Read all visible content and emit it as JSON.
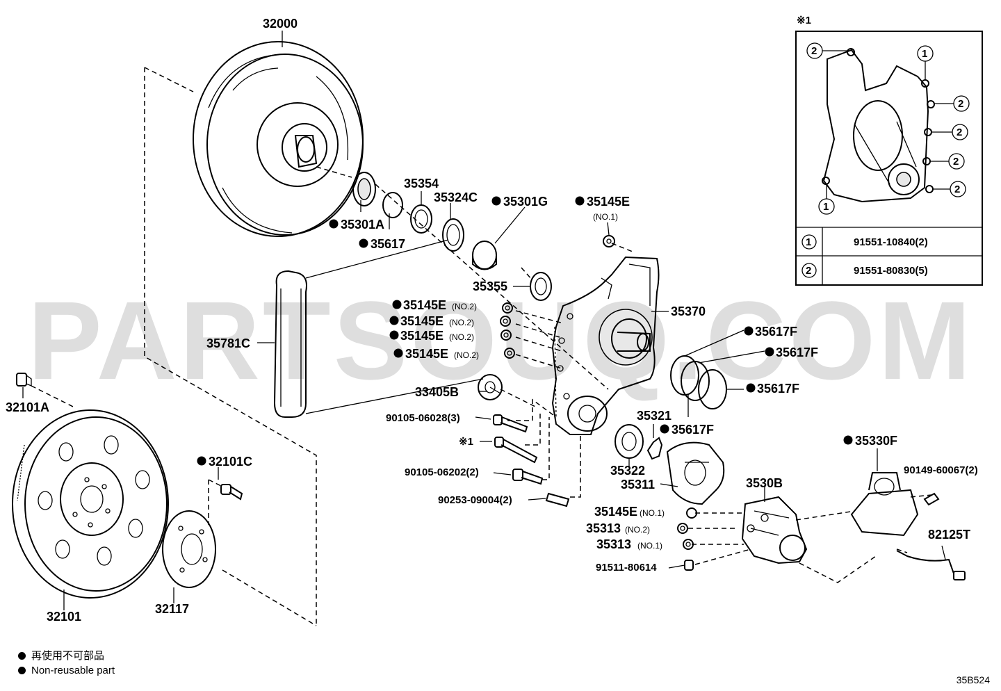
{
  "watermark": "PARTSOUQ.COM",
  "diagram_code": "35B524",
  "legend": {
    "jp": "再使用不可部品",
    "en": "Non-reusable part"
  },
  "inset": {
    "title": "※1",
    "rows": [
      {
        "ref": "1",
        "part": "91551-10840(2)"
      },
      {
        "ref": "2",
        "part": "91551-80830(5)"
      }
    ]
  },
  "labels": {
    "p32000": "32000",
    "p35354": "35354",
    "p35324C": "35324C",
    "p35301G": "35301G",
    "p35145E_1": "35145E",
    "no1": "(NO.1)",
    "p35301A": "35301A",
    "p35617": "35617",
    "p35355": "35355",
    "p35370": "35370",
    "p35145E_a": "35145E",
    "p35145E_b": "35145E",
    "p35145E_c": "35145E",
    "p35145E_d": "35145E",
    "no2": "(NO.2)",
    "p35781C": "35781C",
    "p35617F_a": "35617F",
    "p35617F_b": "35617F",
    "p35617F_c": "35617F",
    "p35617F_d": "35617F",
    "p33405B": "33405B",
    "p90105_06028": "90105-06028(3)",
    "ref1": "※1",
    "p32101A": "32101A",
    "p35321": "35321",
    "p35322": "35322",
    "p35311": "35311",
    "p32101C": "32101C",
    "p90105_06202": "90105-06202(2)",
    "p90253_09004": "90253-09004(2)",
    "p35330F": "35330F",
    "p90149_60067": "90149-60067(2)",
    "p3530B": "3530B",
    "p35145E_no1": "35145E",
    "no1b": "(NO.1)",
    "p35313_no2": "35313",
    "no2b": "(NO.2)",
    "p35313_no1": "35313",
    "no1c": "(NO.1)",
    "p82125T": "82125T",
    "p91511_80614": "91511-80614",
    "p32101": "32101",
    "p32117": "32117"
  }
}
